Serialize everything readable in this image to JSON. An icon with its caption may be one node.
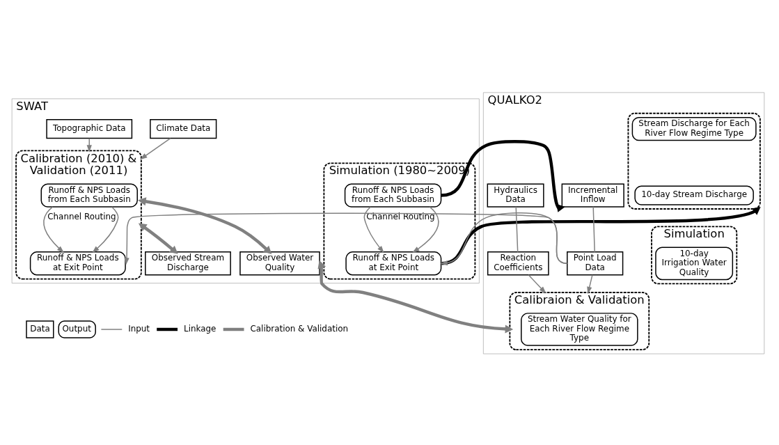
{
  "diagram": {
    "nodes": [
      {
        "text": [
          "SWAT"
        ]
      },
      {
        "text": [
          "Climate Data"
        ],
        "in": 0
      },
      {
        "text": [
          "Topographic Data"
        ],
        "in": 0
      },
      {
        "text": [
          "Calibration (2010) & Validation (2011)"
        ],
        "in": 0
      },
      {
        "text": [
          "Runoff & NPS Loads from Each Subbasin"
        ],
        "in": 3
      },
      {
        "text": [
          "Runoff & NPS Loads at Exit Point"
        ],
        "in": 3
      },
      {
        "text": [
          "Simulation (1980~2009)"
        ],
        "in": 0
      },
      {
        "text": [
          "Runoff & NPS Loads from Each Subbasin"
        ],
        "in": 6
      },
      {
        "text": [
          "Runoff & NPS Loads at Exit Point"
        ],
        "in": 6
      },
      {
        "text": [
          "Observed Stream Discharge"
        ],
        "in": 0
      },
      {
        "text": [
          "Observed Water Quality"
        ],
        "in": 0
      },
      {
        "text": [
          "QUALKO2"
        ]
      },
      {
        "text": [],
        "shape": "box",
        "in": 11
      },
      {
        "text": [
          "Stream Discharge for Each River Flow Regime Type"
        ],
        "in": 12
      },
      {
        "text": [
          "10-day Stream Discharge"
        ],
        "in": 12
      },
      {
        "text": [
          "Incremental Inflow"
        ],
        "in": 11
      },
      {
        "text": [
          "Hydraulics Data"
        ],
        "in": 11
      },
      {
        "text": [
          "Point Load Data"
        ],
        "in": 11
      },
      {
        "text": [
          "Reaction Coefficients"
        ],
        "in": 11
      },
      {
        "text": [
          "Calibraion & Validation"
        ],
        "in": 11
      },
      {
        "text": [
          "Stream Water Quality for Each River Flow Regime Type"
        ],
        "in": 19
      },
      {
        "text": [
          "Simulation"
        ],
        "in": 11
      },
      {
        "text": [
          "10-day Irrigation Water Quality"
        ],
        "in": 21
      }
    ],
    "edges": [
      {
        "from": 1,
        "to": 3,
        "arrow": "to"
      },
      {
        "from": 2,
        "to": 3,
        "arrow": "to"
      },
      {
        "from": 4,
        "to": 5,
        "arrow": "to",
        "label": "Channel Routing"
      },
      {
        "from": 4,
        "to": 5,
        "arrow": "to"
      },
      {
        "from": 7,
        "to": 8,
        "arrow": "to",
        "label": "Channel Routing"
      },
      {
        "from": 7,
        "to": 8,
        "arrow": "to"
      },
      {
        "from": 17,
        "to": 5,
        "arrow": "to"
      },
      {
        "from": 17,
        "to": 8,
        "arrow": "to"
      },
      {
        "from": 3,
        "to": 9,
        "arrow": "both",
        "style": "thick"
      },
      {
        "from": 3,
        "to": 10,
        "arrow": "both",
        "style": "thick"
      },
      {
        "from": 10,
        "to": 19,
        "arrow": "both",
        "style": "thick"
      },
      {
        "from": 7,
        "to": 15,
        "arrow": "to",
        "style": "thick",
        "color": "#000000"
      },
      {
        "from": 8,
        "to": 12,
        "arrow": "to",
        "style": "thick",
        "color": "#000000"
      },
      {
        "from": 15,
        "to": 17,
        "arrow": "none"
      },
      {
        "from": 16,
        "to": 18,
        "arrow": "none"
      },
      {
        "from": 17,
        "to": 19,
        "arrow": "to"
      },
      {
        "from": 18,
        "to": 19,
        "arrow": "to"
      }
    ],
    "legend": [
      {
        "text": "Data"
      },
      {
        "text": "Output"
      },
      {
        "text": "Input"
      },
      {
        "text": "Linkage"
      },
      {
        "text": "Calibration & Validation"
      }
    ]
  }
}
